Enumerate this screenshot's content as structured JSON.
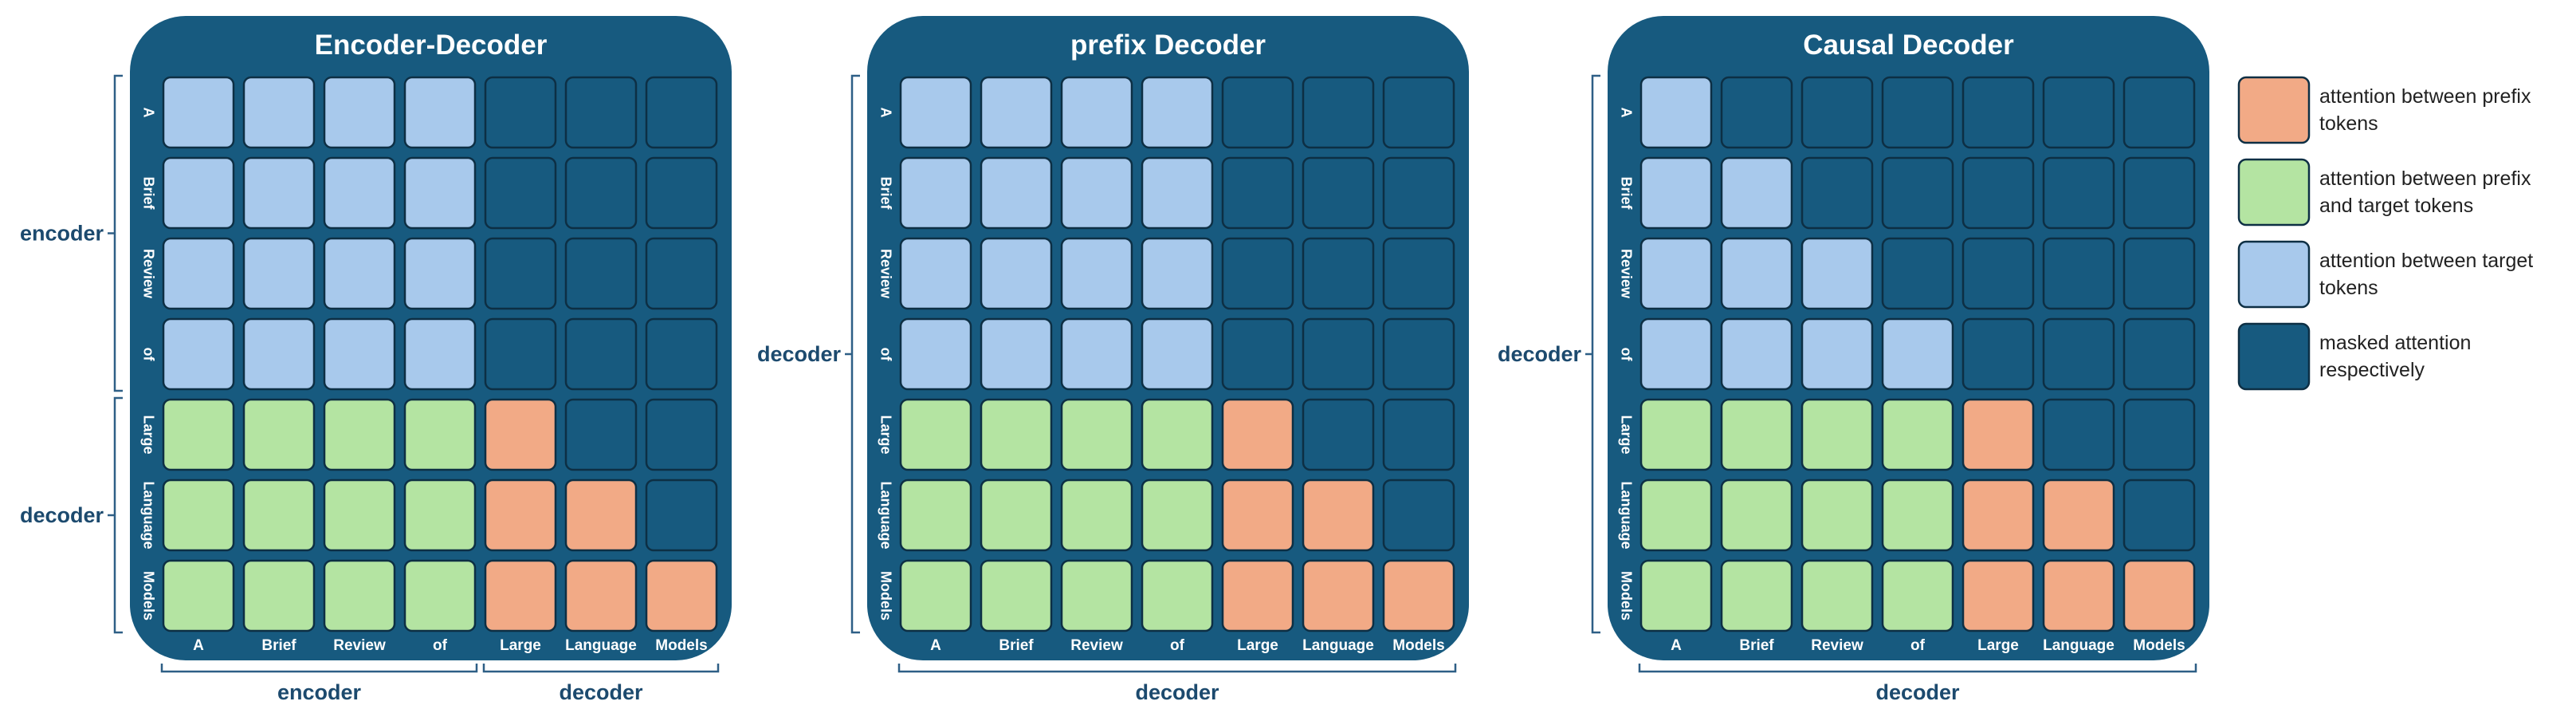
{
  "colors": {
    "panel_bg": "#175a7f",
    "masked": "#175a7f",
    "target": "#a8c9ec",
    "prefix_target": "#b4e4a2",
    "prefix": "#f2aa86",
    "cell_border": "#0d2f44",
    "label_text": "#ffffff",
    "group_text": "#1c4a6e",
    "brace_line": "#2e5f86"
  },
  "tokens": [
    "A",
    "Brief",
    "Review",
    "of",
    "Large",
    "Language",
    "Models"
  ],
  "panels": [
    {
      "title": "Encoder-Decoder",
      "left_groups": [
        {
          "label": "encoder",
          "from": 0,
          "to": 3
        },
        {
          "label": "decoder",
          "from": 4,
          "to": 6
        }
      ],
      "bottom_groups": [
        {
          "label": "encoder",
          "from": 0,
          "to": 3
        },
        {
          "label": "decoder",
          "from": 4,
          "to": 6
        }
      ],
      "matrix": [
        [
          "T",
          "T",
          "T",
          "T",
          "M",
          "M",
          "M"
        ],
        [
          "T",
          "T",
          "T",
          "T",
          "M",
          "M",
          "M"
        ],
        [
          "T",
          "T",
          "T",
          "T",
          "M",
          "M",
          "M"
        ],
        [
          "T",
          "T",
          "T",
          "T",
          "M",
          "M",
          "M"
        ],
        [
          "G",
          "G",
          "G",
          "G",
          "P",
          "M",
          "M"
        ],
        [
          "G",
          "G",
          "G",
          "G",
          "P",
          "P",
          "M"
        ],
        [
          "G",
          "G",
          "G",
          "G",
          "P",
          "P",
          "P"
        ]
      ]
    },
    {
      "title": "prefix Decoder",
      "left_groups": [
        {
          "label": "decoder",
          "from": 0,
          "to": 6
        }
      ],
      "bottom_groups": [
        {
          "label": "decoder",
          "from": 0,
          "to": 6
        }
      ],
      "matrix": [
        [
          "T",
          "T",
          "T",
          "T",
          "M",
          "M",
          "M"
        ],
        [
          "T",
          "T",
          "T",
          "T",
          "M",
          "M",
          "M"
        ],
        [
          "T",
          "T",
          "T",
          "T",
          "M",
          "M",
          "M"
        ],
        [
          "T",
          "T",
          "T",
          "T",
          "M",
          "M",
          "M"
        ],
        [
          "G",
          "G",
          "G",
          "G",
          "P",
          "M",
          "M"
        ],
        [
          "G",
          "G",
          "G",
          "G",
          "P",
          "P",
          "M"
        ],
        [
          "G",
          "G",
          "G",
          "G",
          "P",
          "P",
          "P"
        ]
      ]
    },
    {
      "title": "Causal Decoder",
      "left_groups": [
        {
          "label": "decoder",
          "from": 0,
          "to": 6
        }
      ],
      "bottom_groups": [
        {
          "label": "decoder",
          "from": 0,
          "to": 6
        }
      ],
      "matrix": [
        [
          "T",
          "M",
          "M",
          "M",
          "M",
          "M",
          "M"
        ],
        [
          "T",
          "T",
          "M",
          "M",
          "M",
          "M",
          "M"
        ],
        [
          "T",
          "T",
          "T",
          "M",
          "M",
          "M",
          "M"
        ],
        [
          "T",
          "T",
          "T",
          "T",
          "M",
          "M",
          "M"
        ],
        [
          "G",
          "G",
          "G",
          "G",
          "P",
          "M",
          "M"
        ],
        [
          "G",
          "G",
          "G",
          "G",
          "P",
          "P",
          "M"
        ],
        [
          "G",
          "G",
          "G",
          "G",
          "P",
          "P",
          "P"
        ]
      ]
    }
  ],
  "legend": [
    {
      "key": "P",
      "lines": [
        "attention between prefix",
        "tokens"
      ]
    },
    {
      "key": "G",
      "lines": [
        "attention between prefix",
        "and target tokens"
      ]
    },
    {
      "key": "T",
      "lines": [
        "attention between target",
        "tokens"
      ]
    },
    {
      "key": "M",
      "lines": [
        "masked attention",
        "respectively"
      ]
    }
  ]
}
